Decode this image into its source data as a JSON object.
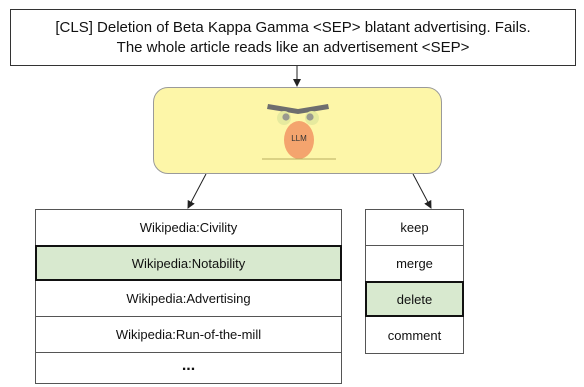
{
  "input": {
    "line1": "[CLS] Deletion of Beta Kappa Gamma <SEP> blatant advertising. Fails.",
    "line2": "The whole article reads like an advertisement <SEP>"
  },
  "model": {
    "label": "LLM",
    "color": "#fdf6a8"
  },
  "policies": [
    {
      "label": "Wikipedia:Civility",
      "selected": false
    },
    {
      "label": "Wikipedia:Notability",
      "selected": true
    },
    {
      "label": "Wikipedia:Advertising",
      "selected": false
    },
    {
      "label": "Wikipedia:Run-of-the-mill",
      "selected": false
    },
    {
      "label": "...",
      "selected": false
    }
  ],
  "actions": [
    {
      "label": "keep",
      "selected": false
    },
    {
      "label": "merge",
      "selected": false
    },
    {
      "label": "delete",
      "selected": true
    },
    {
      "label": "comment",
      "selected": false
    }
  ],
  "colors": {
    "selected": "#d8e9cf",
    "llm_face": "#f4a46e"
  }
}
